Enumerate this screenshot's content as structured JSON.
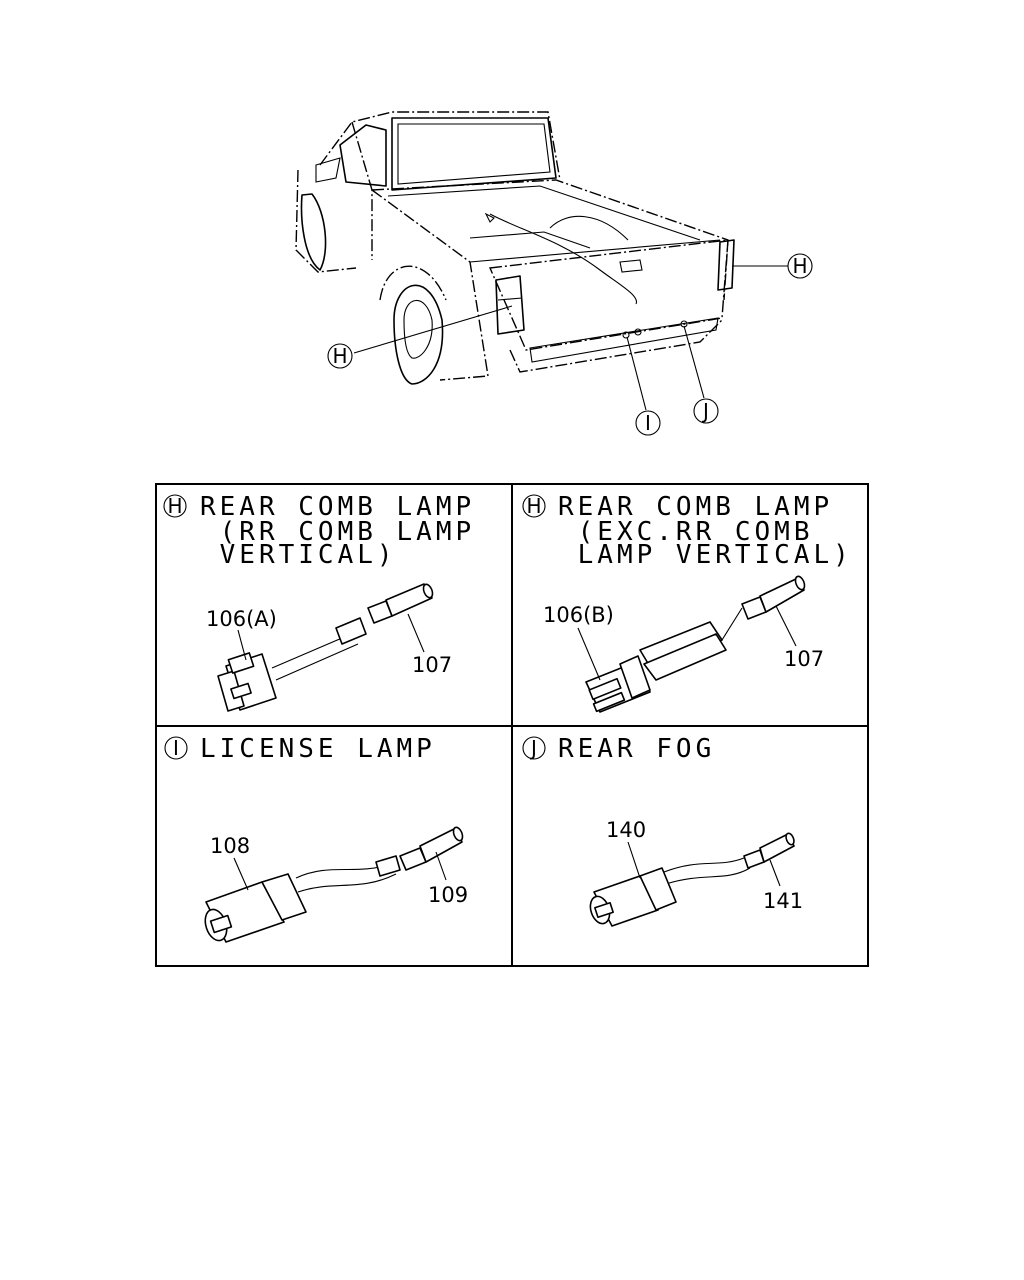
{
  "callouts": {
    "h_right": "H",
    "h_left": "H",
    "i": "I",
    "j": "J"
  },
  "panels": [
    {
      "letter": "H",
      "title_lines": [
        "REAR COMB LAMP",
        " (RR COMB LAMP",
        " VERTICAL)"
      ],
      "refs": [
        "106(A)",
        "107"
      ]
    },
    {
      "letter": "H",
      "title_lines": [
        "REAR COMB LAMP",
        " (EXC.RR COMB",
        " LAMP VERTICAL)"
      ],
      "refs": [
        "106(B)",
        "107"
      ]
    },
    {
      "letter": "I",
      "title_lines": [
        "LICENSE LAMP"
      ],
      "refs": [
        "108",
        "109"
      ]
    },
    {
      "letter": "J",
      "title_lines": [
        "REAR FOG"
      ],
      "refs": [
        "140",
        "141"
      ]
    }
  ]
}
